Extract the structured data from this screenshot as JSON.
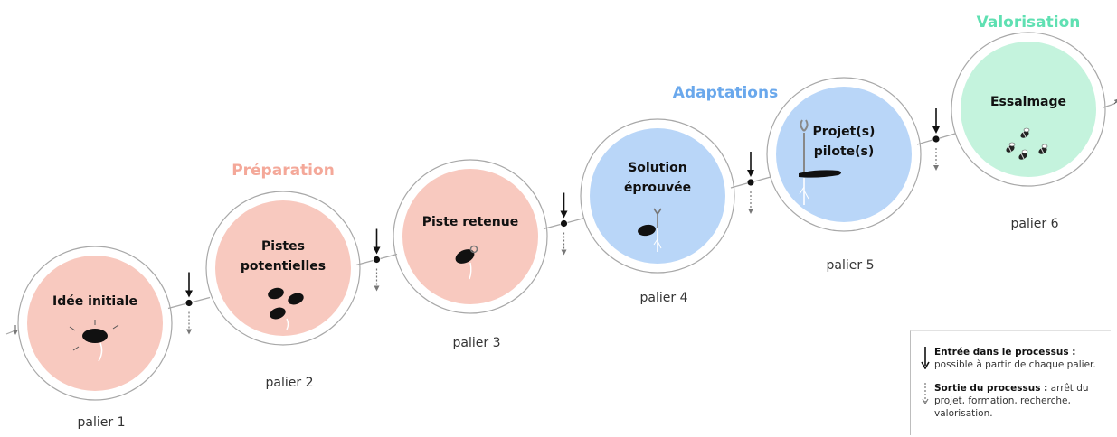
{
  "phases": {
    "preparation": {
      "label": "Préparation",
      "color": "#f4a899"
    },
    "adaptations": {
      "label": "Adaptations",
      "color": "#6aa8ec"
    },
    "valorisation": {
      "label": "Valorisation",
      "color": "#5fe0b2"
    }
  },
  "steps": [
    {
      "title_lines": [
        "Idée initiale"
      ],
      "label": "palier 1",
      "fill": "#f8c9bf",
      "icon": "seed-icon"
    },
    {
      "title_lines": [
        "Pistes",
        "potentielles"
      ],
      "label": "palier 2",
      "fill": "#f8c9bf",
      "icon": "seeds-icon"
    },
    {
      "title_lines": [
        "Piste retenue"
      ],
      "label": "palier 3",
      "fill": "#f8c9bf",
      "icon": "sprouting-seed-icon"
    },
    {
      "title_lines": [
        "Solution",
        "éprouvée"
      ],
      "label": "palier 4",
      "fill": "#b9d6f8",
      "icon": "seedling-icon"
    },
    {
      "title_lines": [
        "Projet(s)",
        "pilote(s)"
      ],
      "label": "palier 5",
      "fill": "#b9d6f8",
      "icon": "plant-icon"
    },
    {
      "title_lines": [
        "Essaimage"
      ],
      "label": "palier 6",
      "fill": "#c4f3dd",
      "icon": "bees-icon"
    }
  ],
  "legend": {
    "entry_title": "Entrée dans le processus :",
    "entry_text": " possible à partir de chaque palier.",
    "exit_title": "Sortie du processus :",
    "exit_text": " arrêt du projet, formation, recherche, valorisation."
  }
}
